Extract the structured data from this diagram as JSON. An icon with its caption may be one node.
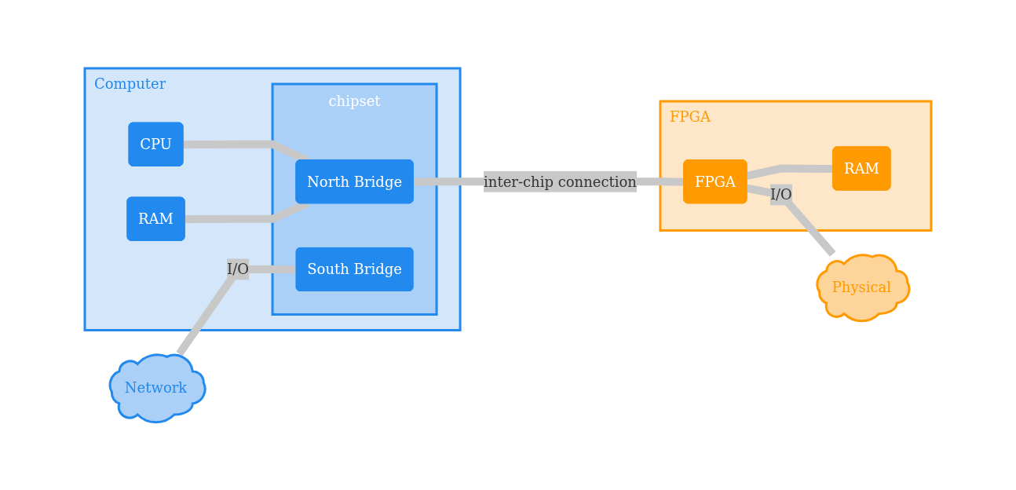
{
  "diagram": {
    "nodes": [
      {
        "text": [
          "Computer"
        ]
      },
      {
        "text": [
          "CPU"
        ],
        "in": 0
      },
      {
        "text": [
          "RAM"
        ],
        "in": 0
      },
      {
        "text": [
          "chipset"
        ],
        "in": 0
      },
      {
        "text": [
          "North Bridge"
        ],
        "in": 3
      },
      {
        "text": [
          "South Bridge"
        ],
        "in": 3
      },
      {
        "text": [
          "FPGA"
        ]
      },
      {
        "text": [
          "FPGA"
        ],
        "in": 6
      },
      {
        "text": [
          "RAM"
        ],
        "in": 6
      },
      {
        "text": [
          "Network"
        ]
      },
      {
        "text": [
          "Physical"
        ]
      }
    ],
    "edges": [
      {
        "from": 1,
        "to": 4,
        "arrow": "none"
      },
      {
        "from": 2,
        "to": 4,
        "arrow": "none"
      },
      {
        "from": 9,
        "to": 5,
        "arrow": "none",
        "label": "I/O"
      },
      {
        "from": 4,
        "to": 7,
        "arrow": "none",
        "label": "inter-chip connection"
      },
      {
        "from": 7,
        "to": 8,
        "arrow": "none"
      },
      {
        "from": 7,
        "to": 10,
        "arrow": "none",
        "label": "I/O"
      }
    ]
  }
}
